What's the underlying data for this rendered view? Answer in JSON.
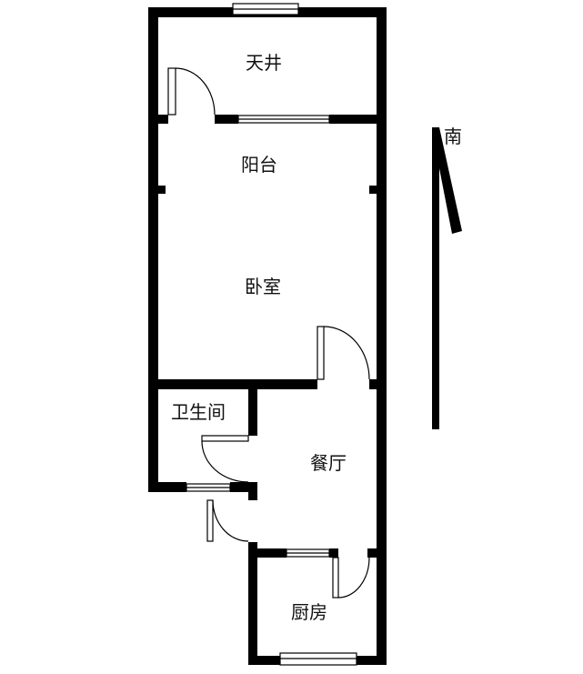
{
  "rooms": {
    "skywell": "天井",
    "balcony": "阳台",
    "bedroom": "卧室",
    "bathroom": "卫生间",
    "dining": "餐厅",
    "kitchen": "厨房"
  },
  "compass": {
    "label": "南",
    "icon": "north-arrow-icon"
  },
  "colors": {
    "wall": "#000000",
    "background": "#ffffff"
  }
}
